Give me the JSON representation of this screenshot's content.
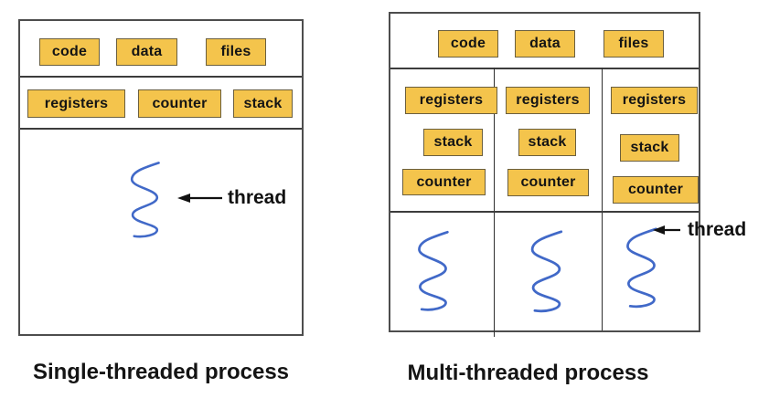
{
  "colors": {
    "box_fill": "#F4C44C",
    "box_border": "#6b5f3e",
    "frame_border": "#4d4d4d",
    "thread_blue": "#4169C8",
    "text": "#141414"
  },
  "single_process": {
    "caption": "Single-threaded process",
    "code_label": "code",
    "data_label": "data",
    "files_label": "files",
    "registers_label": "registers",
    "counter_label": "counter",
    "stack_label": "stack",
    "thread_label": "thread"
  },
  "multi_process": {
    "caption": "Multi-threaded process",
    "code_label": "code",
    "data_label": "data",
    "files_label": "files",
    "registers_label": "registers",
    "stack_label": "stack",
    "counter_label": "counter",
    "thread_label": "thread",
    "thread_column_count": 3
  }
}
